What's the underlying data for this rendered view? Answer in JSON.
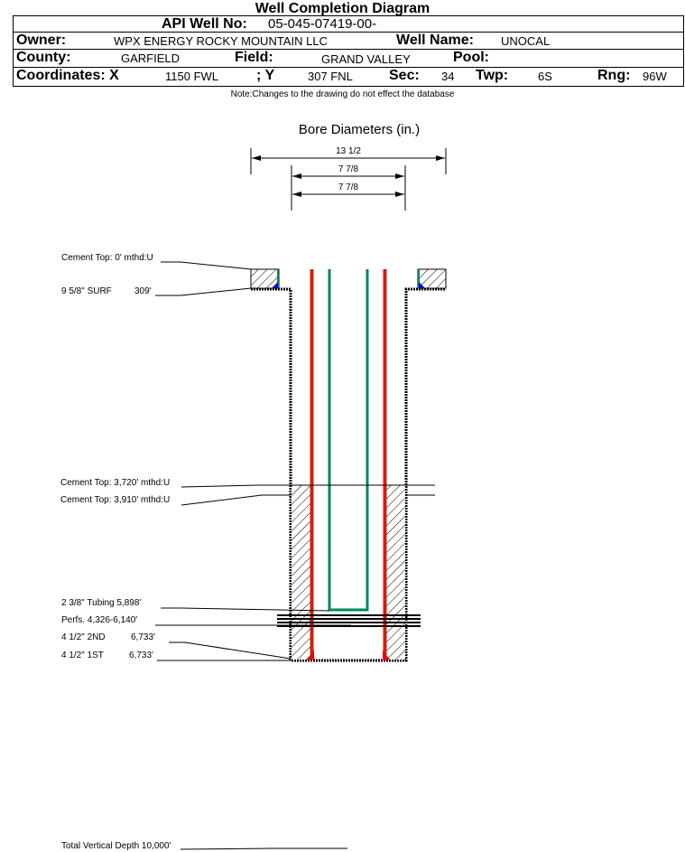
{
  "header": {
    "title": "Well Completion Diagram",
    "api_label": "API Well No:",
    "api_value": "05-045-07419-00-",
    "owner_label": "Owner:",
    "owner_value": "WPX ENERGY ROCKY MOUNTAIN LLC",
    "well_name_label": "Well Name:",
    "well_name_value": "UNOCAL",
    "county_label": "County:",
    "county_value": "GARFIELD",
    "field_label": "Field:",
    "field_value": "GRAND VALLEY",
    "pool_label": "Pool:",
    "pool_value": "",
    "coord_x_label": "Coordinates: X",
    "coord_x_value": "1150 FWL",
    "coord_y_label": "; Y",
    "coord_y_value": "307 FNL",
    "sec_label": "Sec:",
    "sec_value": "34",
    "twp_label": "Twp:",
    "twp_value": "6S",
    "rng_label": "Rng:",
    "rng_value": "96W",
    "note": "Note:Changes to the drawing do not effect the database"
  },
  "bore": {
    "title": "Bore Diameters (in.)",
    "diameters": [
      "13 1/2",
      "7 7/8",
      "7 7/8"
    ]
  },
  "annotations": {
    "cement_top_surface": "Cement Top: 0' mthd:U",
    "surface_casing": "9 5/8\" SURF",
    "surface_casing_depth": "309'",
    "cement_top_1": "Cement Top: 3,720' mthd:U",
    "cement_top_2": "Cement Top: 3,910' mthd:U",
    "tubing": "2 3/8\" Tubing 5,898'",
    "perfs": "Perfs. 4,326-6,140'",
    "casing_2nd": "4 1/2\" 2ND",
    "casing_2nd_depth": "6,733'",
    "casing_1st": "4 1/2\" 1ST",
    "casing_1st_depth": "6,733'",
    "tvd": "Total Vertical Depth 10,000'"
  },
  "colors": {
    "casing_outer": "#8B4513",
    "casing_red": "#ee1100",
    "tubing_green": "#008855",
    "cement_shoe_blue": "#0000ee",
    "shoe_red": "#ee0000"
  }
}
